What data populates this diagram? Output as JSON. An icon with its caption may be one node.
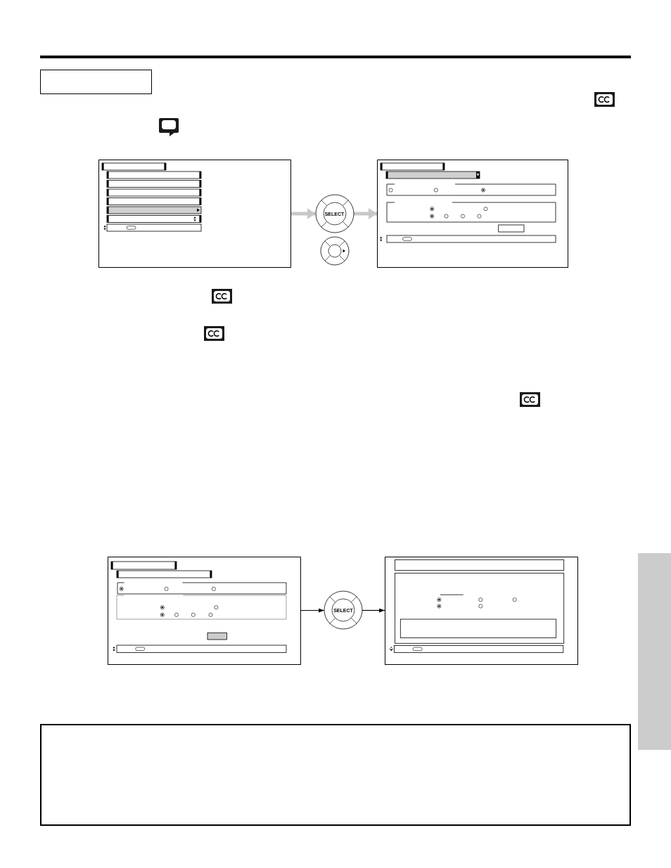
{
  "diagram": {
    "nodes": [
      {
        "text": [],
        "shape": "picture"
      },
      {
        "text": [
          "SELECT"
        ]
      },
      {
        "text": [],
        "shape": "picture"
      },
      {
        "text": [],
        "shape": "picture"
      },
      {
        "text": [],
        "shape": "picture"
      },
      {
        "text": [
          "SELECT"
        ]
      },
      {
        "text": [],
        "shape": "picture"
      },
      {
        "text": [],
        "shape": "bar"
      }
    ],
    "edges": [
      {
        "from": 0,
        "to": 1,
        "arrow": "to",
        "style": "thick",
        "color": "#c8c8c8"
      },
      {
        "from": 1,
        "to": 3,
        "arrow": "to",
        "style": "thick",
        "color": "#c8c8c8"
      },
      {
        "from": 4,
        "to": 5,
        "arrow": "to",
        "color": "#000000"
      },
      {
        "from": 5,
        "to": 6,
        "arrow": "to",
        "color": "#000000"
      }
    ]
  }
}
